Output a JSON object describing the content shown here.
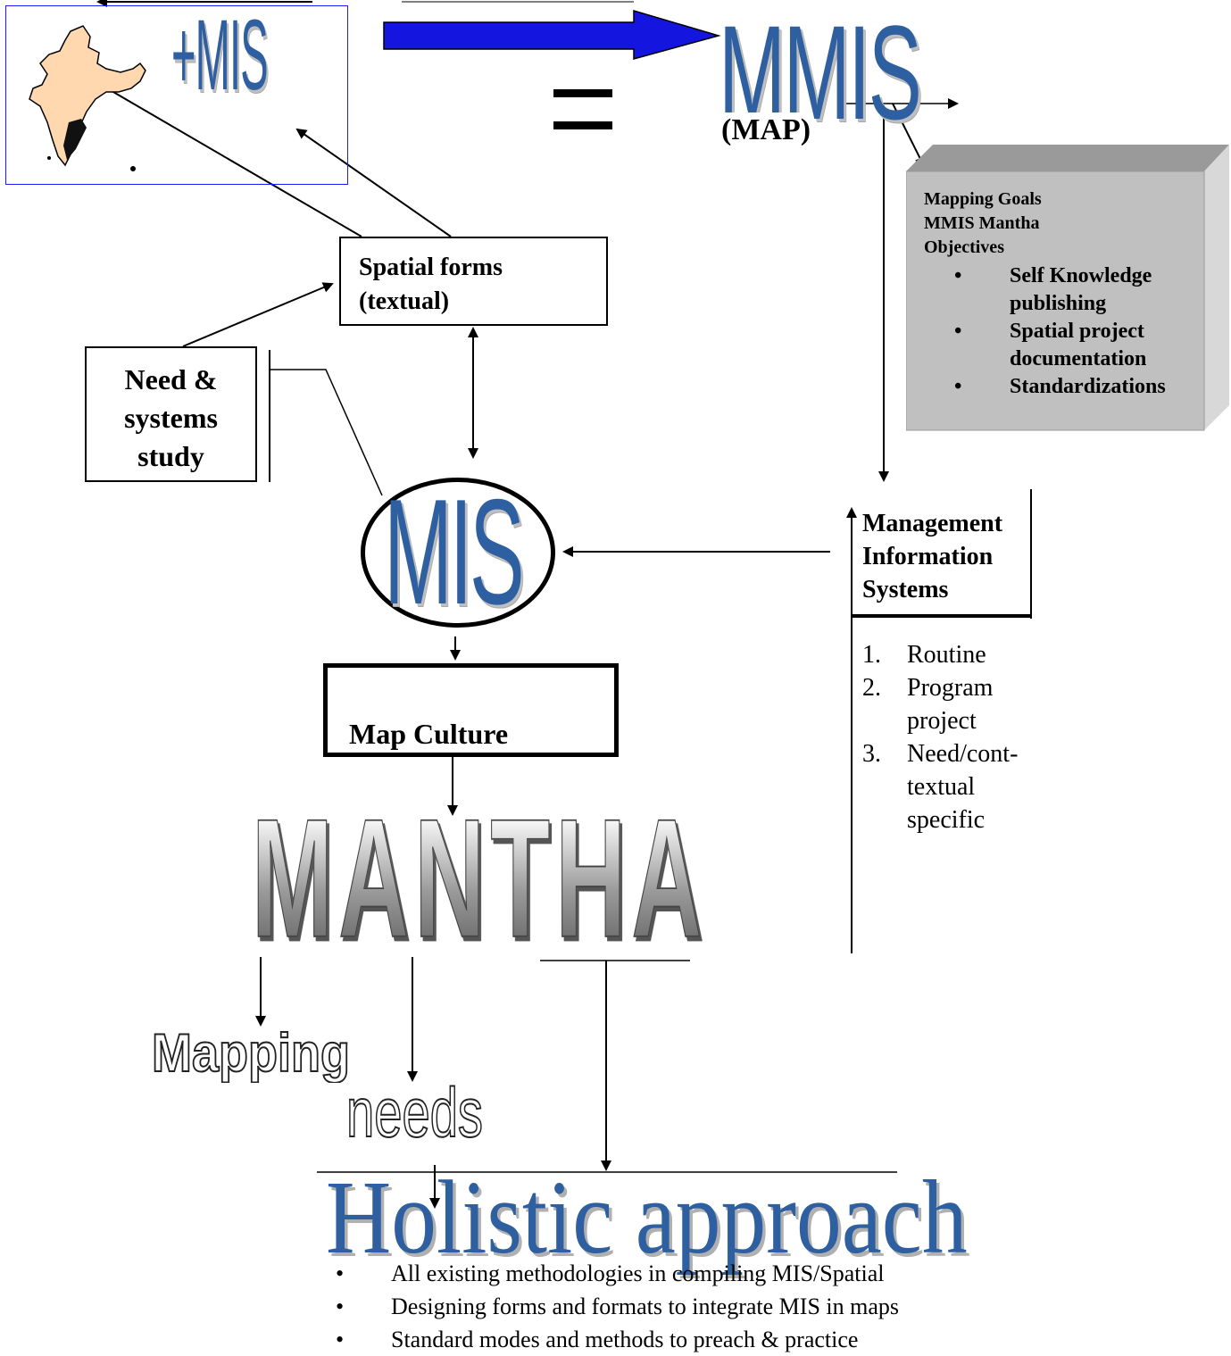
{
  "top": {
    "plus_mis": "+MIS",
    "equals": "=",
    "mmis": "MMIS",
    "map_label": "(MAP)"
  },
  "goals_box": {
    "lines": [
      "Mapping Goals",
      "MMIS Mantha",
      "Objectives"
    ],
    "bullets": [
      "Self Knowledge publishing",
      "Spatial project documentation",
      "Standardizations"
    ]
  },
  "spatial_forms": [
    "Spatial forms",
    "(textual)"
  ],
  "need_study": [
    "Need &",
    "systems",
    "study"
  ],
  "mis_oval": "MIS",
  "management": {
    "title": [
      "Management",
      "Information",
      "Systems"
    ],
    "items": [
      {
        "num": "1.",
        "text": [
          "Routine"
        ]
      },
      {
        "num": "2.",
        "text": [
          "Program",
          "project"
        ]
      },
      {
        "num": "3.",
        "text": [
          "Need/cont-",
          "textual",
          "specific"
        ]
      }
    ]
  },
  "map_culture": "Map Culture",
  "mantha": "MANTHA",
  "mapping_word": "Mapping",
  "needs_word": "needs",
  "holistic": "Holistic approach",
  "bottom_bullets": [
    "All existing methodologies in compiling MIS/Spatial",
    "Designing forms and formats to integrate MIS in maps",
    "Standard modes and methods to preach & practice"
  ],
  "colors": {
    "accent_blue": "#2e5fa0",
    "arrow_blue": "#0000ff",
    "goals_grey": "#c0c0c0",
    "map_fill": "#ffd8b0"
  }
}
